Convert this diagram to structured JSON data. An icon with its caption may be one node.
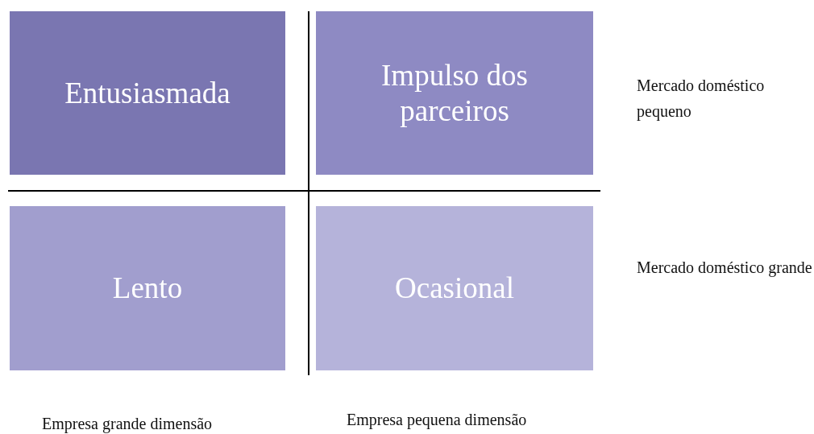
{
  "diagram": {
    "nodes": [
      {
        "text": [
          "Entusiasmada"
        ]
      },
      {
        "text": [
          "Impulso dos parceiros"
        ]
      },
      {
        "text": [
          "Lento"
        ]
      },
      {
        "text": [
          "Ocasional"
        ]
      }
    ],
    "labels": [
      "Mercado doméstico pequeno",
      "Mercado doméstico grande",
      "Empresa grande dimensão",
      "Empresa pequena dimensão"
    ]
  }
}
